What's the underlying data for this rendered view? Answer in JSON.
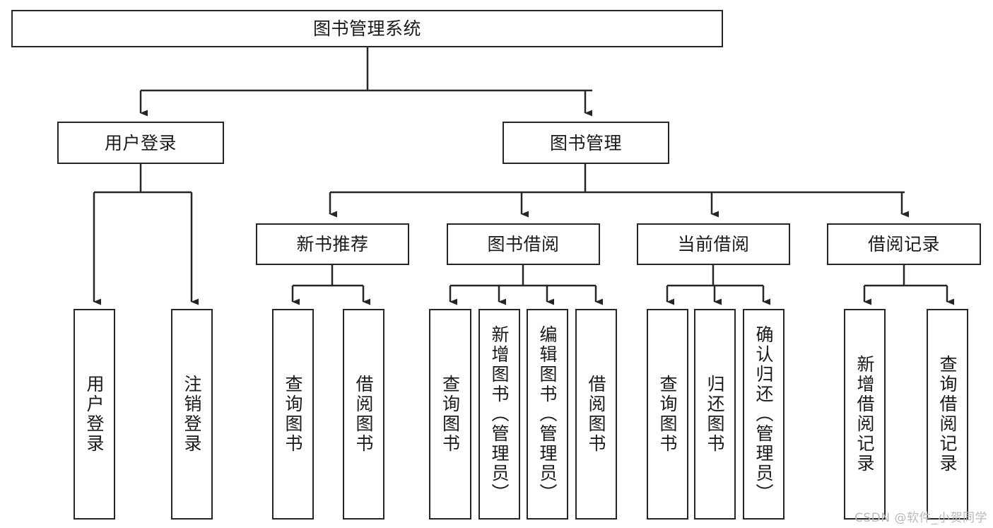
{
  "diagram": {
    "title": "图书管理系统",
    "type": "tree-hierarchy-diagram",
    "colors": {
      "stroke": "#262626",
      "fill": "#ffffff",
      "text": "#1a1a1a",
      "watermark": "#b9b9b9"
    },
    "nodes": {
      "root": {
        "label": "图书管理系统"
      },
      "level2": [
        {
          "id": "user-login",
          "label": "用户登录"
        },
        {
          "id": "book-management",
          "label": "图书管理"
        }
      ],
      "level3": [
        {
          "id": "new-book-recommend",
          "label": "新书推荐"
        },
        {
          "id": "book-borrow",
          "label": "图书借阅"
        },
        {
          "id": "current-borrow",
          "label": "当前借阅"
        },
        {
          "id": "borrow-record",
          "label": "借阅记录"
        }
      ],
      "leaves": {
        "user-login": [
          {
            "id": "leaf-user-login",
            "label": "用户登录"
          },
          {
            "id": "leaf-logout-login",
            "label": "注销登录"
          }
        ],
        "new-book-recommend": [
          {
            "id": "leaf-query-book-1",
            "label": "查询图书"
          },
          {
            "id": "leaf-borrow-book-1",
            "label": "借阅图书"
          }
        ],
        "book-borrow": [
          {
            "id": "leaf-query-book-2",
            "label": "查询图书"
          },
          {
            "id": "leaf-add-book",
            "label": "新增图书（管理员）"
          },
          {
            "id": "leaf-edit-book",
            "label": "编辑图书（管理员）"
          },
          {
            "id": "leaf-borrow-book-2",
            "label": "借阅图书"
          }
        ],
        "current-borrow": [
          {
            "id": "leaf-query-book-3",
            "label": "查询图书"
          },
          {
            "id": "leaf-return-book",
            "label": "归还图书"
          },
          {
            "id": "leaf-confirm-return",
            "label": "确认归还（管理员）"
          }
        ],
        "borrow-record": [
          {
            "id": "leaf-add-borrow-record",
            "label": "新增借阅记录"
          },
          {
            "id": "leaf-query-borrow-record",
            "label": "查询借阅记录"
          }
        ]
      }
    },
    "watermark": "CSDN @软件_小贺同学"
  }
}
